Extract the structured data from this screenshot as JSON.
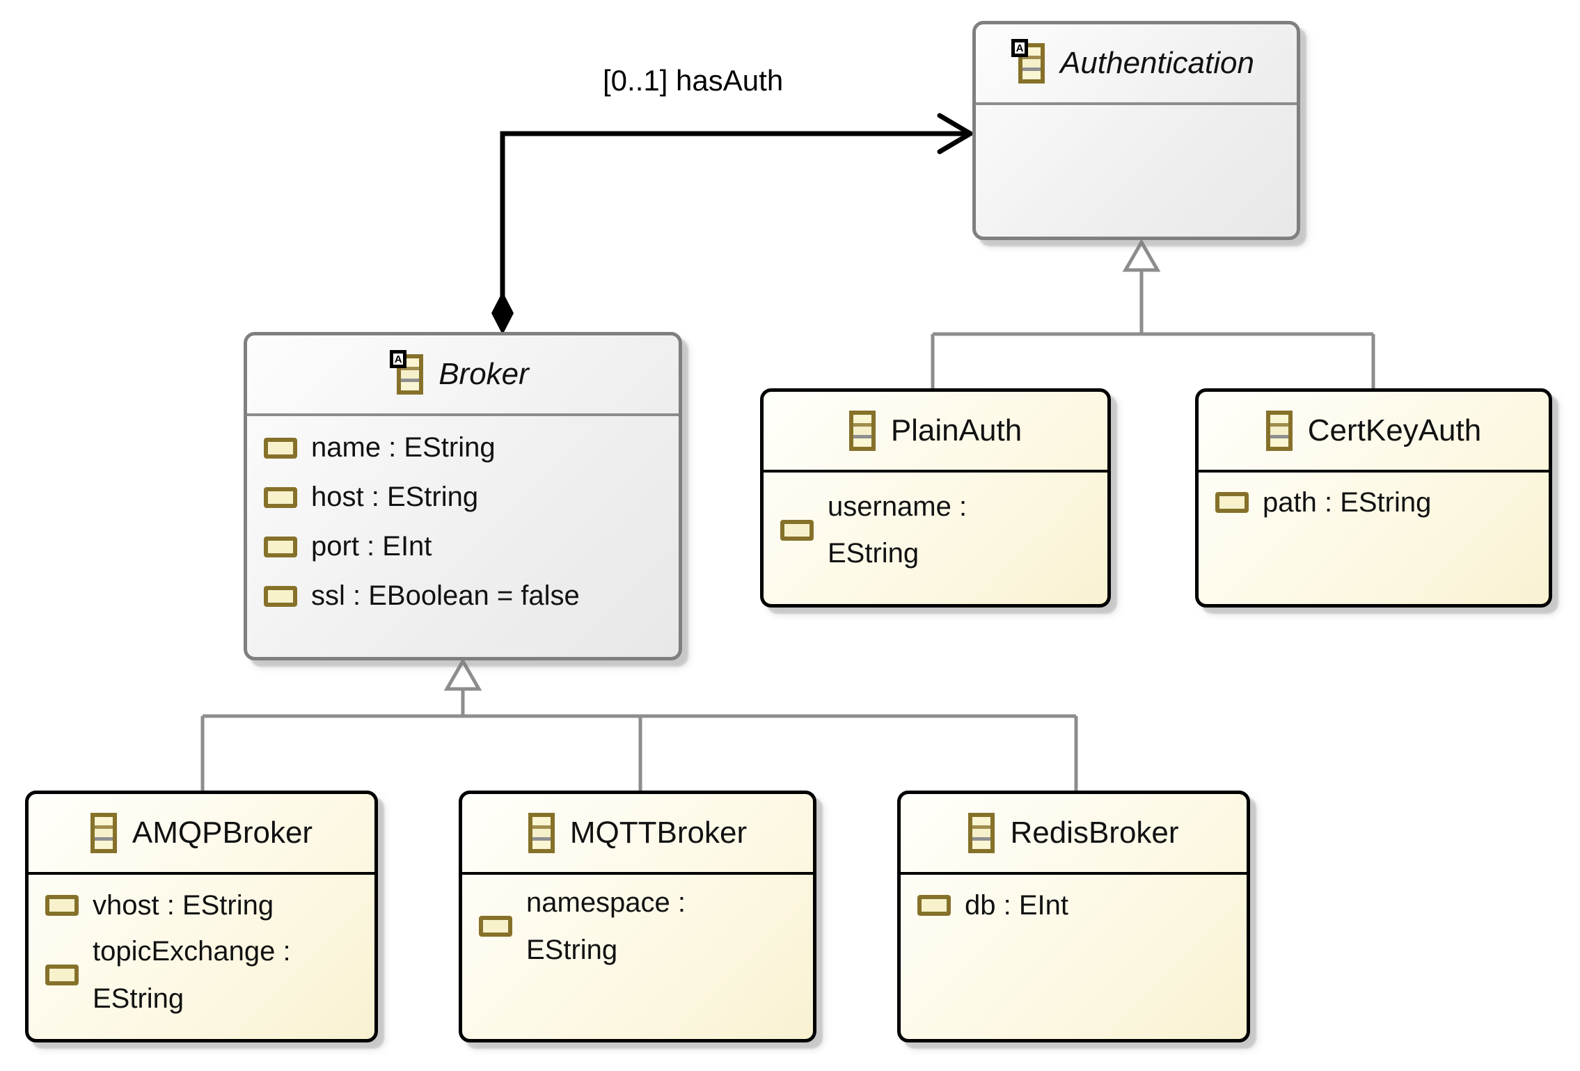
{
  "diagram": {
    "colors": {
      "class_fill": "#fdf9e6",
      "abstract_fill": "#efefef",
      "class_border": "#000000",
      "abstract_border": "#7f7f7f",
      "connector_grey": "#8d8d8d",
      "connector_black": "#000000",
      "icon_gold": "#86712a",
      "icon_fill": "#faf5d2"
    },
    "icons": {
      "eclass_icon": "eclass-icon",
      "eattribute_icon": "eattribute-icon",
      "abstract_badge_glyph": "A"
    },
    "classes": [
      {
        "id": "broker",
        "name": "Broker",
        "abstract": true,
        "attributes": [
          {
            "lines": [
              "name : EString"
            ]
          },
          {
            "lines": [
              "host : EString"
            ]
          },
          {
            "lines": [
              "port : EInt"
            ]
          },
          {
            "lines": [
              "ssl : EBoolean = false"
            ]
          }
        ]
      },
      {
        "id": "authentication",
        "name": "Authentication",
        "abstract": true,
        "attributes": []
      },
      {
        "id": "plainauth",
        "name": "PlainAuth",
        "abstract": false,
        "attributes": [
          {
            "lines": [
              "username :",
              "EString"
            ]
          }
        ]
      },
      {
        "id": "certkeyauth",
        "name": "CertKeyAuth",
        "abstract": false,
        "attributes": [
          {
            "lines": [
              "path : EString"
            ]
          }
        ]
      },
      {
        "id": "amqpbroker",
        "name": "AMQPBroker",
        "abstract": false,
        "attributes": [
          {
            "lines": [
              "vhost : EString"
            ]
          },
          {
            "lines": [
              "topicExchange :",
              "EString"
            ]
          }
        ]
      },
      {
        "id": "mqttbroker",
        "name": "MQTTBroker",
        "abstract": false,
        "attributes": [
          {
            "lines": [
              "namespace :",
              "EString"
            ]
          }
        ]
      },
      {
        "id": "redisbroker",
        "name": "RedisBroker",
        "abstract": false,
        "attributes": [
          {
            "lines": [
              "db : EInt"
            ]
          }
        ]
      }
    ],
    "relations": {
      "composition": {
        "from": "Broker",
        "to": "Authentication",
        "label": "[0..1] hasAuth"
      },
      "generalizations": [
        {
          "parent": "Authentication",
          "children": [
            "PlainAuth",
            "CertKeyAuth"
          ]
        },
        {
          "parent": "Broker",
          "children": [
            "AMQPBroker",
            "MQTTBroker",
            "RedisBroker"
          ]
        }
      ]
    }
  }
}
